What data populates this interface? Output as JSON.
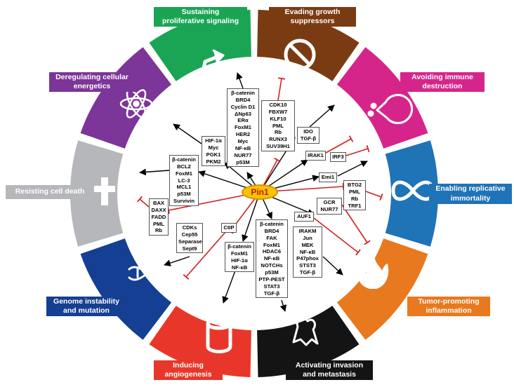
{
  "center": {
    "label": "Pin1"
  },
  "hallmarks": [
    {
      "id": "sustaining",
      "label": "Sustaining\nproliferative signaling",
      "color": "#1aa554",
      "icon": "arrow-up-right-icon"
    },
    {
      "id": "evading",
      "label": "Evading growth\nsuppressors",
      "color": "#7b3b12",
      "icon": "no-sign-icon"
    },
    {
      "id": "immune",
      "label": "Avoiding immune\ndestruction",
      "color": "#d6258a",
      "icon": "pacman-cell-icon"
    },
    {
      "id": "replicative",
      "label": "Enabling replicative\nimmortality",
      "color": "#1f73b7",
      "icon": "infinity-icon"
    },
    {
      "id": "inflammation",
      "label": "Tumor-promoting\ninflammation",
      "color": "#e8791f",
      "icon": "flame-icon"
    },
    {
      "id": "invasion",
      "label": "Activating invasion\nand metastasis",
      "color": "#141414",
      "icon": "ghost-cell-icon"
    },
    {
      "id": "angiogenesis",
      "label": "Inducing\nangiogenesis",
      "color": "#e8372a",
      "icon": "vessel-icon"
    },
    {
      "id": "genome",
      "label": "Genome instability\nand mutation",
      "color": "#153f92",
      "icon": "dna-icon"
    },
    {
      "id": "cell_death",
      "label": "Resisting cell death",
      "color": "#b5b7ba",
      "icon": "cross-icon"
    },
    {
      "id": "energetics",
      "label": "Deregulating cellular\nenergetics",
      "color": "#7c3598",
      "icon": "atom-icon"
    }
  ],
  "gene_boxes": {
    "sustaining": [
      "β-catenin",
      "BRD4",
      "Cyclin D1",
      "ΔNp63",
      "ERα",
      "FoxM1",
      "HER2",
      "Myc",
      "NF-κB",
      "NUR77",
      "p53M"
    ],
    "energetics": [
      "HIF-1α",
      "Myc",
      "PGK1",
      "PKM2"
    ],
    "evading": [
      "CDK10",
      "FBXW7",
      "KLF10",
      "PML",
      "Rb",
      "RUNX3",
      "SUV39H1"
    ],
    "ido": [
      "IDO",
      "TGF-β"
    ],
    "irak1": [
      "IRAK1"
    ],
    "irf3": [
      "IRF3"
    ],
    "emi1": [
      "Emi1"
    ],
    "btg2": [
      "BTG2",
      "PML",
      "Rb",
      "TRF1"
    ],
    "gcr": [
      "GCR",
      "NUR77"
    ],
    "auf1": [
      "AUF1"
    ],
    "irakm": [
      "IRAKM",
      "Jun",
      "MEK",
      "NF-κB",
      "P47phox",
      "STST3",
      "TGF-β"
    ],
    "invasion": [
      "β-catenin",
      "BRD4",
      "FAK",
      "FoxM1",
      "HDAC6",
      "NF-κB",
      "NOTCHs",
      "p53M",
      "PTP-PEST",
      "STAT3",
      "TGF-β"
    ],
    "angiogenesis": [
      "β-catenin",
      "FoxM1",
      "HIF-1α",
      "NF-κB"
    ],
    "ctip": [
      "CtIP"
    ],
    "genome": [
      "CDKs",
      "Cep55",
      "Separase",
      "Sept9"
    ],
    "bax": [
      "BAX",
      "DAXX",
      "FADD",
      "PML",
      "Rb"
    ],
    "cell_death": [
      "β-catenin",
      "BCL2",
      "FoxM1",
      "LC-3",
      "MCL1",
      "p53M",
      "Survivin"
    ]
  },
  "colors": {
    "activate": "#000000",
    "inhibit": "#d42020",
    "pin1_fill": "#f5c400"
  }
}
